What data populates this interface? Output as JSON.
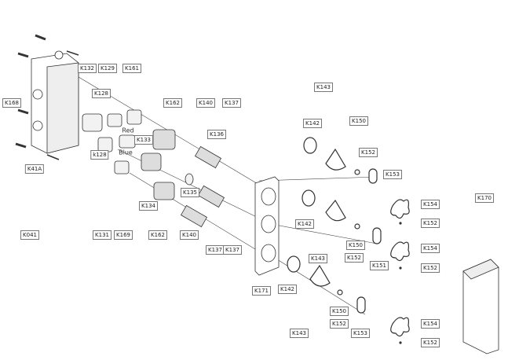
{
  "diagram": {
    "labels": [
      "K132",
      "K129",
      "K161",
      "K128",
      "K168",
      "K162",
      "K140",
      "K137",
      "K136",
      "K133",
      "k128",
      "K41A",
      "K135",
      "K134",
      "K041",
      "K131",
      "K169",
      "K162",
      "K140",
      "K137",
      "K137",
      "K143",
      "K142",
      "K150",
      "K152",
      "K153",
      "K154",
      "K152",
      "K142",
      "K150",
      "K152",
      "K151",
      "K143",
      "K154",
      "K152",
      "K171",
      "K142",
      "K150",
      "K152",
      "K153",
      "K143",
      "K154",
      "K152",
      "K170"
    ],
    "color_notes": [
      "Red",
      "Blue"
    ]
  }
}
